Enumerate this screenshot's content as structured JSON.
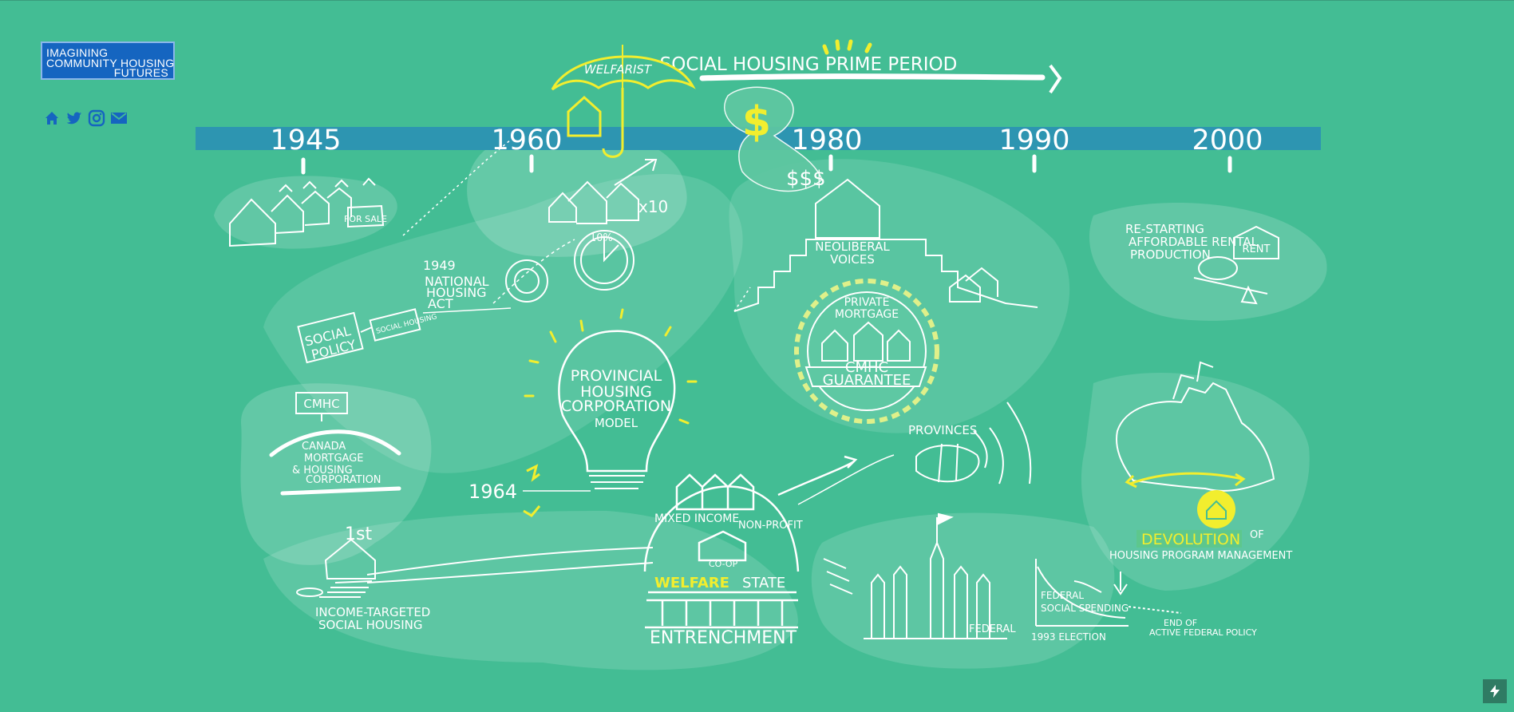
{
  "logo": {
    "line1": "IMAGINING",
    "line2": "COMMUNITY HOUSING",
    "line3": "FUTURES"
  },
  "social": [
    "home-icon",
    "twitter-icon",
    "instagram-icon",
    "mail-icon"
  ],
  "timeline": {
    "prime_period": "SOCIAL HOUSING PRIME PERIOD",
    "years": [
      "1945",
      "1960",
      "1980",
      "1990",
      "2000"
    ]
  },
  "labels": {
    "welfarist": "WELFARIST",
    "for_sale": "FOR SALE",
    "x10": "x10",
    "percent": "10%",
    "nha_1": "1949",
    "nha_2": "NATIONAL",
    "nha_3": "HOUSING",
    "nha_4": "ACT",
    "social_policy_1": "SOCIAL",
    "social_policy_2": "POLICY",
    "social_housing_small": "SOCIAL HOUSING",
    "cmhc": "CMHC",
    "cmhc_c": "CANADA",
    "cmhc_m": "MORTGAGE",
    "cmhc_h": "& HOUSING",
    "cmhc_corp": "CORPORATION",
    "first": "1st",
    "income_1": "INCOME-TARGETED",
    "income_2": "SOCIAL HOUSING",
    "phc_1": "PROVINCIAL",
    "phc_2": "HOUSING",
    "phc_3": "CORPORATION",
    "phc_4": "MODEL",
    "year_1964": "1964",
    "mixed": "MIXED INCOME",
    "nonprofit": "NON-PROFIT",
    "coop": "CO-OP",
    "welfare": "WELFARE",
    "state": "STATE",
    "entrenchment": "ENTRENCHMENT",
    "neolib_1": "NEOLIBERAL",
    "neolib_2": "VOICES",
    "private_1": "PRIVATE",
    "private_2": "MORTGAGE",
    "guarantee_1": "CMHC",
    "guarantee_2": "GUARANTEE",
    "provinces": "PROVINCES",
    "federal": "FEDERAL",
    "fed_spend_1": "FEDERAL",
    "fed_spend_2": "SOCIAL SPENDING",
    "election": "1993 ELECTION",
    "end_1": "END OF",
    "end_2": "ACTIVE FEDERAL POLICY",
    "restart_1": "RE-STARTING",
    "restart_2": "AFFORDABLE RENTAL",
    "restart_3": "PRODUCTION",
    "rent": "RENT",
    "devolution": "DEVOLUTION",
    "devolution_of": "OF",
    "devolution_2": "HOUSING PROGRAM MANAGEMENT"
  },
  "colors": {
    "background": "#43bd94",
    "timeline_bar": "#2d95b1",
    "accent": "#f2ee2e",
    "logo_bg": "#1565c0"
  }
}
